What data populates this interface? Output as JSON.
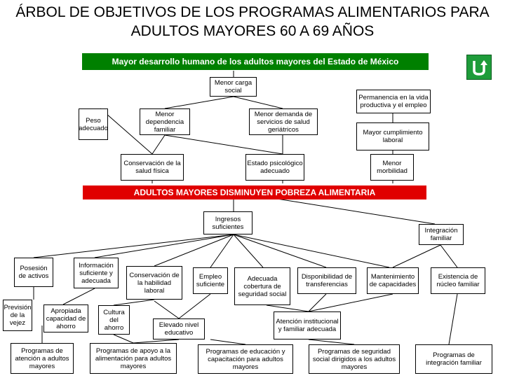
{
  "title": "ÁRBOL DE OBJETIVOS DE LOS PROGRAMAS ALIMENTARIOS PARA  ADULTOS MAYORES 60 A 69 AÑOS",
  "goal": "Mayor desarrollo humano de los adultos mayores del Estado de México",
  "core": "ADULTOS MAYORES DISMINUYEN POBREZA ALIMENTARIA",
  "colors": {
    "goal_bg": "#008000",
    "core_bg": "#e00000",
    "back_icon": "#1e9c3a"
  },
  "icons": {
    "back": "return-arrow-icon"
  },
  "ends": {
    "menor_carga": "Menor carga social",
    "peso": "Peso adecuado",
    "dependencia": "Menor dependencia familiar",
    "demanda": "Menor demanda de servicios de salud geriátricos",
    "permanencia": "Permanencia en la vida productiva y el empleo",
    "cumplimiento": "Mayor cumplimiento laboral",
    "conservacion_salud": "Conservación de la salud física",
    "psicologico": "Estado psicológico adecuado",
    "morbilidad": "Menor morbilidad"
  },
  "means": {
    "ingresos": "Ingresos suficientes",
    "integracion": "Integración familiar",
    "posesion": "Posesión de activos",
    "informacion": "Información suficiente y adecuada",
    "conservacion_hab": "Conservación de la habilidad laboral",
    "empleo": "Empleo suficiente",
    "cobertura": "Adecuada cobertura de seguridad social",
    "disponibilidad": "Disponibilidad de transferencias",
    "mantenimiento": "Mantenimiento de capacidades",
    "existencia": "Existencia de núcleo familiar",
    "prevision": "Previsión de la vejez",
    "ahorro": "Apropiada capacidad de ahorro",
    "cultura": "Cultura del ahorro",
    "educativo": "Elevado nivel educativo",
    "atencion": "Atención institucional y familiar adecuada"
  },
  "programs": {
    "p1": "Programas de atención a adultos mayores",
    "p2": "Programas de apoyo a la alimentación para adultos mayores",
    "p3": "Programas de educación y capacitación para adultos mayores",
    "p4": "Programas de seguridad social dirigidos a los adultos mayores",
    "p5": "Programas de integración familiar"
  }
}
